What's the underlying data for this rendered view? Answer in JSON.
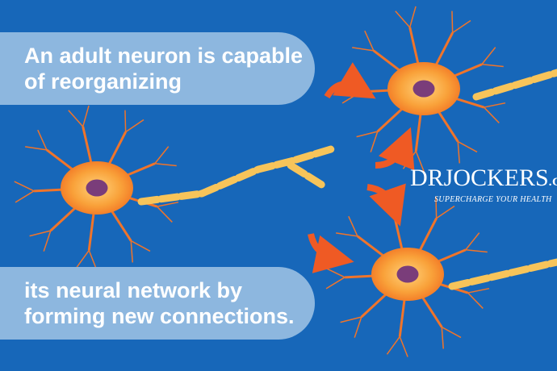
{
  "headline": {
    "line1": "An adult neuron is capable",
    "line2": "of reorganizing"
  },
  "subline": {
    "line1": "its neural network by",
    "line2": "forming new connections."
  },
  "logo": {
    "name": "DRJOCKERS",
    "suffix": ".COM",
    "tagline": "SUPERCHARGE YOUR HEALTH"
  },
  "colors": {
    "background": "#1767b9",
    "pill": "#8db7df",
    "neuron": "#f57f2a",
    "axon": "#f7c45a",
    "arrow": "#ef5a24",
    "nucleus": "#7a3d7a"
  }
}
